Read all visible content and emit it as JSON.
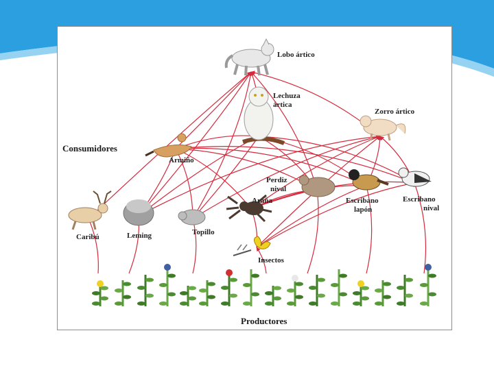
{
  "diagram": {
    "section_labels": {
      "consumers": "Consumidores",
      "producers": "Productores"
    },
    "species": {
      "wolf": [
        "Lobo ártico"
      ],
      "owl": [
        "Lechuza",
        "ártica"
      ],
      "fox": [
        "Zorro ártico"
      ],
      "ermine": [
        "Armiño"
      ],
      "ptarmigan": [
        "Perdiz",
        "nival"
      ],
      "lapland_bunting": [
        "Escribano",
        "lapón"
      ],
      "snow_bunting": [
        "Escribano",
        "nival"
      ],
      "spider": [
        "Araña"
      ],
      "caribou": [
        "Caribú"
      ],
      "lemming": [
        "Leming"
      ],
      "vole": [
        "Topillo"
      ],
      "insects": [
        "Insectos"
      ]
    },
    "colors": {
      "arrow": "#d42a3c",
      "header_blue": "#2b9fe0",
      "header_light": "#7cc8f0"
    },
    "links": [
      [
        "ermine",
        "wolf"
      ],
      [
        "caribou",
        "wolf"
      ],
      [
        "lemming",
        "wolf"
      ],
      [
        "vole",
        "wolf"
      ],
      [
        "fox",
        "wolf"
      ],
      [
        "owl",
        "wolf"
      ],
      [
        "ptarmigan",
        "wolf"
      ],
      [
        "lemming",
        "owl"
      ],
      [
        "vole",
        "owl"
      ],
      [
        "ermine",
        "owl"
      ],
      [
        "ptarmigan",
        "owl"
      ],
      [
        "snow_bunting",
        "owl"
      ],
      [
        "lapland_bunting",
        "owl"
      ],
      [
        "lemming",
        "ermine"
      ],
      [
        "vole",
        "ermine"
      ],
      [
        "ptarmigan",
        "ermine"
      ],
      [
        "lapland_bunting",
        "ermine"
      ],
      [
        "snow_bunting",
        "ermine"
      ],
      [
        "spider",
        "ermine"
      ],
      [
        "lemming",
        "fox"
      ],
      [
        "vole",
        "fox"
      ],
      [
        "ptarmigan",
        "fox"
      ],
      [
        "lapland_bunting",
        "fox"
      ],
      [
        "snow_bunting",
        "fox"
      ],
      [
        "spider",
        "fox"
      ],
      [
        "insects",
        "spider"
      ],
      [
        "spider",
        "ptarmigan"
      ],
      [
        "insects",
        "ptarmigan"
      ],
      [
        "insects",
        "lapland_bunting"
      ],
      [
        "spider",
        "lapland_bunting"
      ],
      [
        "insects",
        "snow_bunting"
      ],
      [
        "spider",
        "snow_bunting"
      ],
      [
        "plants",
        "caribou"
      ],
      [
        "plants",
        "lemming"
      ],
      [
        "plants",
        "vole"
      ],
      [
        "plants",
        "insects"
      ],
      [
        "plants",
        "ptarmigan"
      ],
      [
        "plants",
        "lapland_bunting"
      ],
      [
        "plants",
        "snow_bunting"
      ]
    ]
  }
}
